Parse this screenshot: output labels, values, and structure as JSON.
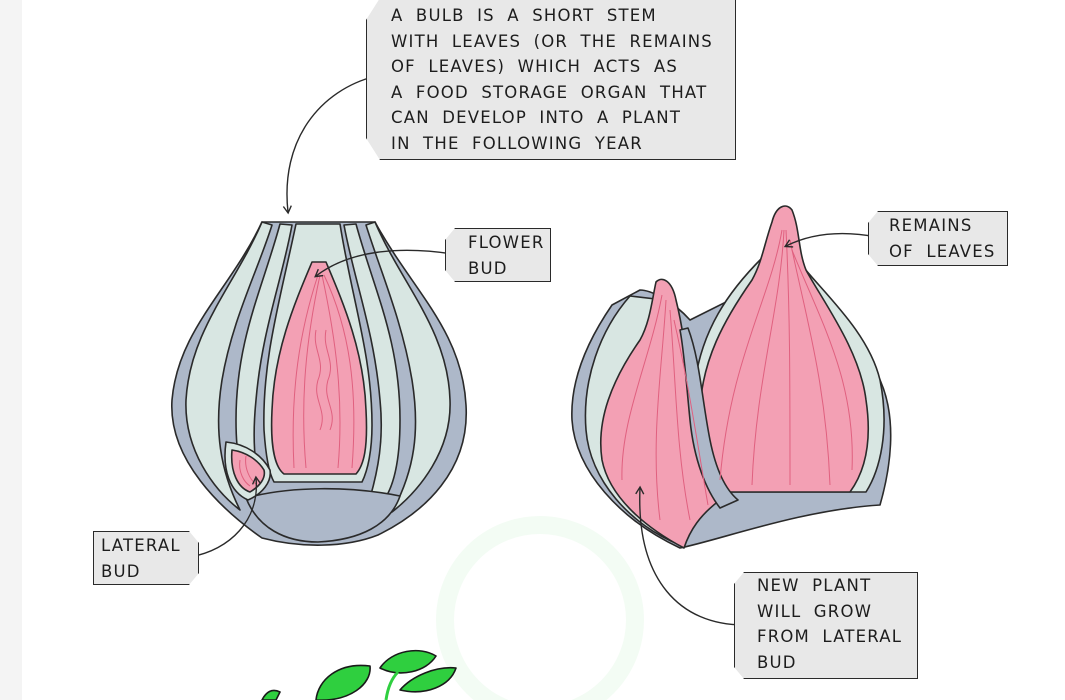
{
  "callouts": {
    "main": [
      "A BULB IS A SHORT STEM",
      "WITH LEAVES (OR THE REMAINS",
      "OF LEAVES) WHICH ACTS AS",
      "A FOOD STORAGE ORGAN THAT",
      "CAN DEVELOP INTO A PLANT",
      "IN THE FOLLOWING YEAR"
    ],
    "flower_bud": [
      "FLOWER",
      "BUD"
    ],
    "remains_of_leaves": [
      "REMAINS",
      "OF LEAVES"
    ],
    "lateral_bud": [
      "LATERAL",
      "BUD"
    ],
    "new_plant": [
      "NEW PLANT",
      "WILL GROW",
      "FROM LATERAL",
      "BUD"
    ]
  },
  "colors": {
    "scale_leaf_light": "#d8e6e2",
    "scale_leaf_dark": "#adb8c9",
    "bud_pink": "#f3a0b4",
    "bud_line": "#e0607f",
    "label_bg": "#e8e8e8",
    "outline": "#2a2a2a",
    "logo_green": "#2fcf3f"
  }
}
